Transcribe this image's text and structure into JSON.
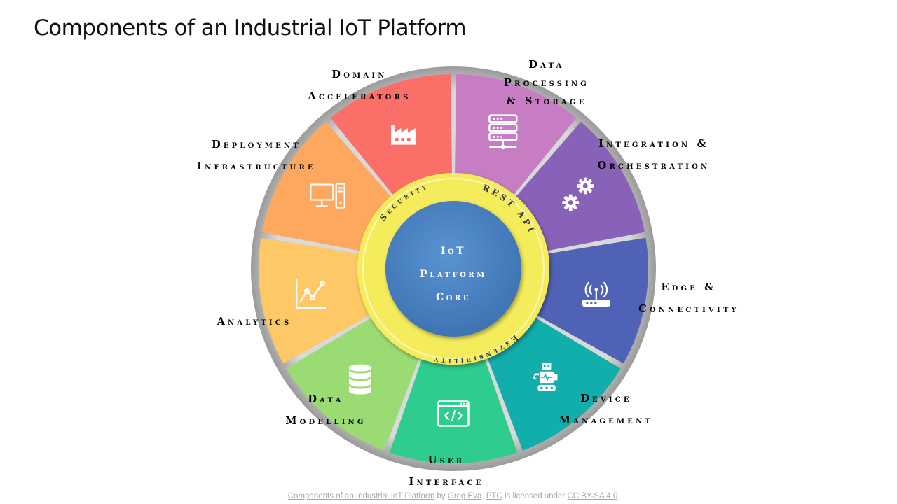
{
  "title": "Components of an Industrial IoT Platform",
  "colors": {
    "outer_rim": "#bdbdbd",
    "core": "#4f86c6",
    "security_ring": "#f5ec5b"
  },
  "segments": [
    {
      "key": "data-processing-storage",
      "lines": [
        "Data",
        "Processing",
        "& Storage"
      ],
      "color": "#c77dc3",
      "icon": "server-icon"
    },
    {
      "key": "integration-orchestration",
      "lines": [
        "Integration &",
        "Orchestration"
      ],
      "color": "#8862b9",
      "icon": "gears-icon"
    },
    {
      "key": "edge-connectivity",
      "lines": [
        "Edge &",
        "Connectivity"
      ],
      "color": "#4f62b6",
      "icon": "router-icon"
    },
    {
      "key": "device-management",
      "lines": [
        "Device",
        "Management"
      ],
      "color": "#12aeac",
      "icon": "robot-icon"
    },
    {
      "key": "user-interface",
      "lines": [
        "User",
        "Interface"
      ],
      "color": "#2ecc8e",
      "icon": "code-window-icon"
    },
    {
      "key": "data-modelling",
      "lines": [
        "Data",
        "Modelling"
      ],
      "color": "#9bdb74",
      "icon": "database-icon"
    },
    {
      "key": "analytics",
      "lines": [
        "Analytics"
      ],
      "color": "#fdc865",
      "icon": "line-chart-icon"
    },
    {
      "key": "deployment-infrastructure",
      "lines": [
        "Deployment",
        "Infrastructure"
      ],
      "color": "#fda85e",
      "icon": "desktop-computer-icon"
    },
    {
      "key": "domain-accelerators",
      "lines": [
        "Domain",
        "Accelerators"
      ],
      "color": "#fc6e68",
      "icon": "factory-icon"
    }
  ],
  "ring_labels": {
    "security": "Security",
    "rest_api": "REST API",
    "extensibility": "Extensibility"
  },
  "core_lines": [
    "IoT",
    "Platform",
    "Core"
  ],
  "attribution": {
    "work": "Components of an Industrial IoT Platform",
    "by": "by",
    "author": "Greg Eva",
    "sep": ",",
    "org": "PTC",
    "licensed": "is licensed under",
    "license": "CC BY-SA 4.0"
  }
}
